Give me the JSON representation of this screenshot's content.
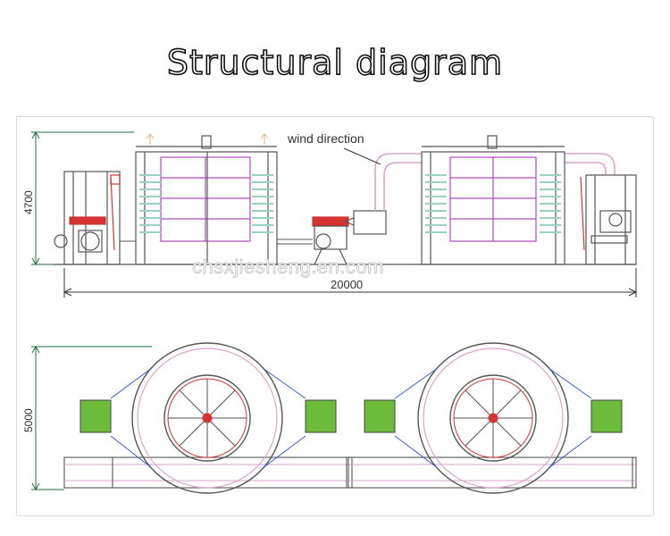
{
  "title": "Structural diagram",
  "annotations": {
    "wind_direction": "wind direction",
    "height_side": "4700",
    "length": "20000",
    "height_top": "5000"
  },
  "watermark": "chsxjiesheng.en.com",
  "colors": {
    "frame_line": "#555555",
    "duct": "#d9a6cf",
    "panel": "#b04bc0",
    "louver": "#9ad1c6",
    "fan_box": "#6dbb3a",
    "red_part": "#d33333",
    "belt": "#3b5bd0",
    "dimension": "#1f6f3f"
  }
}
